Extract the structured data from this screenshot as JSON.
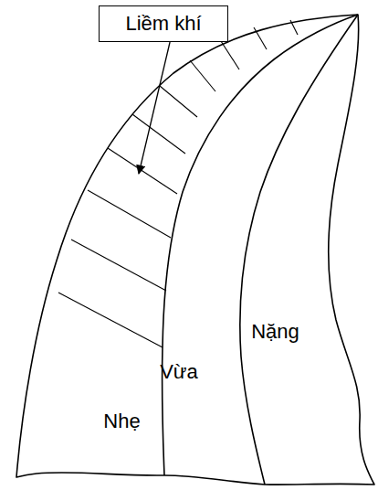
{
  "diagram": {
    "nodes": [
      {
        "text": [
          "Liềm khí"
        ]
      },
      {
        "text": [
          "Nhẹ"
        ]
      },
      {
        "text": [
          "Vừa"
        ]
      },
      {
        "text": [
          "Nặng"
        ]
      }
    ],
    "edges": [
      {
        "from": 0,
        "to": 1,
        "arrow": "to"
      }
    ]
  }
}
